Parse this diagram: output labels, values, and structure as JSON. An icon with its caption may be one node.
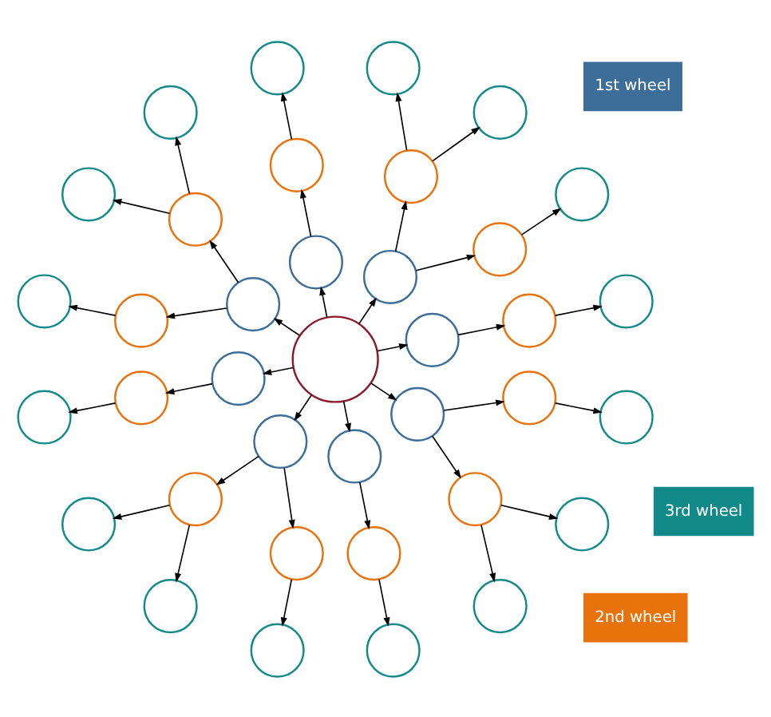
{
  "diagram": {
    "nodes": [
      {
        "text": [],
        "shape": "circle"
      },
      {
        "text": [],
        "shape": "circle"
      },
      {
        "text": [],
        "shape": "circle"
      },
      {
        "text": [],
        "shape": "circle"
      },
      {
        "text": [],
        "shape": "circle"
      },
      {
        "text": [],
        "shape": "circle"
      },
      {
        "text": [],
        "shape": "circle"
      },
      {
        "text": [],
        "shape": "circle"
      },
      {
        "text": [],
        "shape": "circle"
      },
      {
        "text": [],
        "shape": "circle"
      },
      {
        "text": [],
        "shape": "circle"
      },
      {
        "text": [],
        "shape": "circle"
      },
      {
        "text": [],
        "shape": "circle"
      },
      {
        "text": [],
        "shape": "circle"
      },
      {
        "text": [],
        "shape": "circle"
      },
      {
        "text": [],
        "shape": "circle"
      },
      {
        "text": [],
        "shape": "circle"
      },
      {
        "text": [],
        "shape": "circle"
      },
      {
        "text": [],
        "shape": "circle"
      },
      {
        "text": [],
        "shape": "circle"
      },
      {
        "text": [],
        "shape": "circle"
      },
      {
        "text": [],
        "shape": "circle"
      },
      {
        "text": [],
        "shape": "circle"
      },
      {
        "text": [],
        "shape": "circle"
      },
      {
        "text": [],
        "shape": "circle"
      },
      {
        "text": [],
        "shape": "circle"
      },
      {
        "text": [],
        "shape": "circle"
      },
      {
        "text": [],
        "shape": "circle"
      },
      {
        "text": [],
        "shape": "circle"
      },
      {
        "text": [],
        "shape": "circle"
      },
      {
        "text": [],
        "shape": "circle"
      },
      {
        "text": [],
        "shape": "circle"
      },
      {
        "text": [],
        "shape": "circle"
      },
      {
        "text": [],
        "shape": "circle"
      },
      {
        "text": [],
        "shape": "circle"
      },
      {
        "text": [],
        "shape": "circle"
      },
      {
        "text": [],
        "shape": "circle"
      },
      {
        "text": [
          "1st wheel"
        ]
      },
      {
        "text": [
          "2nd wheel"
        ]
      },
      {
        "text": [
          "3rd wheel"
        ]
      }
    ],
    "edges": [
      {
        "from": 0,
        "to": 1,
        "arrow": "to"
      },
      {
        "from": 0,
        "to": 2,
        "arrow": "to"
      },
      {
        "from": 0,
        "to": 3,
        "arrow": "to"
      },
      {
        "from": 0,
        "to": 4,
        "arrow": "to"
      },
      {
        "from": 0,
        "to": 5,
        "arrow": "to"
      },
      {
        "from": 0,
        "to": 6,
        "arrow": "to"
      },
      {
        "from": 0,
        "to": 7,
        "arrow": "to"
      },
      {
        "from": 0,
        "to": 8,
        "arrow": "to"
      },
      {
        "from": 1,
        "to": 9,
        "arrow": "to"
      },
      {
        "from": 2,
        "to": 10,
        "arrow": "to"
      },
      {
        "from": 2,
        "to": 11,
        "arrow": "to"
      },
      {
        "from": 3,
        "to": 12,
        "arrow": "to"
      },
      {
        "from": 4,
        "to": 13,
        "arrow": "to"
      },
      {
        "from": 4,
        "to": 14,
        "arrow": "to"
      },
      {
        "from": 5,
        "to": 15,
        "arrow": "to"
      },
      {
        "from": 6,
        "to": 16,
        "arrow": "to"
      },
      {
        "from": 6,
        "to": 17,
        "arrow": "to"
      },
      {
        "from": 7,
        "to": 18,
        "arrow": "to"
      },
      {
        "from": 8,
        "to": 19,
        "arrow": "to"
      },
      {
        "from": 8,
        "to": 20,
        "arrow": "to"
      },
      {
        "from": 9,
        "to": 21,
        "arrow": "to"
      },
      {
        "from": 10,
        "to": 22,
        "arrow": "to"
      },
      {
        "from": 11,
        "to": 23,
        "arrow": "to"
      },
      {
        "from": 11,
        "to": 24,
        "arrow": "to"
      },
      {
        "from": 12,
        "to": 25,
        "arrow": "to"
      },
      {
        "from": 13,
        "to": 26,
        "arrow": "to"
      },
      {
        "from": 13,
        "to": 27,
        "arrow": "to"
      },
      {
        "from": 14,
        "to": 28,
        "arrow": "to"
      },
      {
        "from": 15,
        "to": 29,
        "arrow": "to"
      },
      {
        "from": 16,
        "to": 30,
        "arrow": "to"
      },
      {
        "from": 16,
        "to": 31,
        "arrow": "to"
      },
      {
        "from": 17,
        "to": 32,
        "arrow": "to"
      },
      {
        "from": 18,
        "to": 33,
        "arrow": "to"
      },
      {
        "from": 19,
        "to": 34,
        "arrow": "to"
      },
      {
        "from": 19,
        "to": 35,
        "arrow": "to"
      },
      {
        "from": 20,
        "to": 36,
        "arrow": "to"
      }
    ]
  }
}
